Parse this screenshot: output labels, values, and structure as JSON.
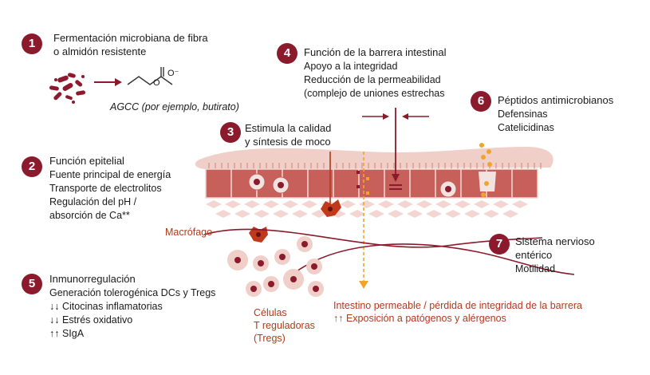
{
  "colors": {
    "badge": "#8b1a2c",
    "accent_text": "#b03a1e",
    "tissue": "#e8b8b0",
    "cell": "#c7605a",
    "dark_red": "#8b1a2c",
    "arrow_orange": "#f2a32a"
  },
  "items": [
    {
      "number": "1",
      "title_line1": "Fermentación microbiana de fibra",
      "title_line2": "o almidón resistente",
      "chem_label": "AGCC (por ejemplo, butirato)",
      "chem_charge": "O⁻",
      "chem_o": "O"
    },
    {
      "number": "2",
      "title": "Función epitelial",
      "lines": [
        "Fuente principal de energía",
        "Transporte de electrolitos",
        "Regulación del pH /",
        "absorción de Ca**"
      ]
    },
    {
      "number": "3",
      "title_line1": "Estimula la calidad",
      "title_line2": "y síntesis de moco"
    },
    {
      "number": "4",
      "title": "Función de la barrera intestinal",
      "lines": [
        "Apoyo a la integridad",
        "Reducción de la permeabilidad",
        "(complejo de uniones estrechas"
      ]
    },
    {
      "number": "5",
      "title": "Inmunorregulación",
      "lines": [
        "Generación tolerogénica DCs y Tregs",
        "↓↓ Citocinas inflamatorias",
        "↓↓ Estrés oxidativo",
        "↑↑ SIgA"
      ]
    },
    {
      "number": "6",
      "title": "Péptidos antimicrobianos",
      "lines": [
        "Defensinas",
        "Catelicidinas"
      ]
    },
    {
      "number": "7",
      "title_line1": "Sistema nervioso",
      "title_line2": "entérico",
      "lines": [
        "Motilidad"
      ]
    }
  ],
  "labels": {
    "macrophage": "Macrófago",
    "treg_lines": [
      "Células",
      "T reguladoras",
      "(Tregs)"
    ],
    "leaky_line1": "Intestino permeable / pérdida de integridad de la barrera",
    "leaky_line2": "↑↑ Exposición a patógenos y alérgenos"
  }
}
